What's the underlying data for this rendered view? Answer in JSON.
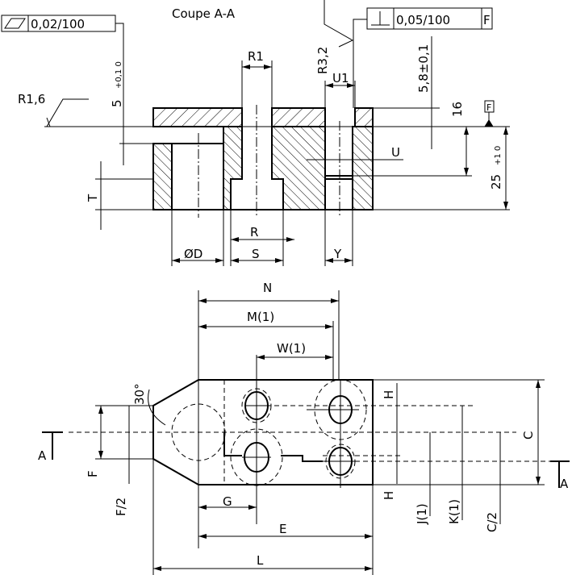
{
  "section_title": "Coupe A-A",
  "tolerance_frames": [
    {
      "symbol": "flatness-icon",
      "value": "0,02/100"
    },
    {
      "symbol": "perpendicularity-icon",
      "value": "0,05/100",
      "datum": "F"
    }
  ],
  "roughness": [
    "R1,6",
    "R3,2"
  ],
  "datum": "F",
  "section_dims": {
    "r1": "R1",
    "u1": "U1",
    "u": "U",
    "r": "R",
    "s": "S",
    "d": "ØD",
    "y": "Y",
    "t": "T",
    "d16": "16",
    "d25": "25",
    "d25_tol": "+1 0",
    "d58": "5,8±0,1",
    "d5": "5",
    "d5_tol": "+0,1 0"
  },
  "plan_dims": {
    "n": "N",
    "m": "M(1)",
    "w": "W(1)",
    "g": "G",
    "e": "E",
    "l": "L",
    "c": "C",
    "c2": "C/2",
    "h1": "H",
    "h2": "H",
    "j": "J(1)",
    "k": "K(1)",
    "f": "F",
    "f2": "F/2",
    "angle": "30°",
    "section_a1": "A",
    "section_a2": "A"
  }
}
